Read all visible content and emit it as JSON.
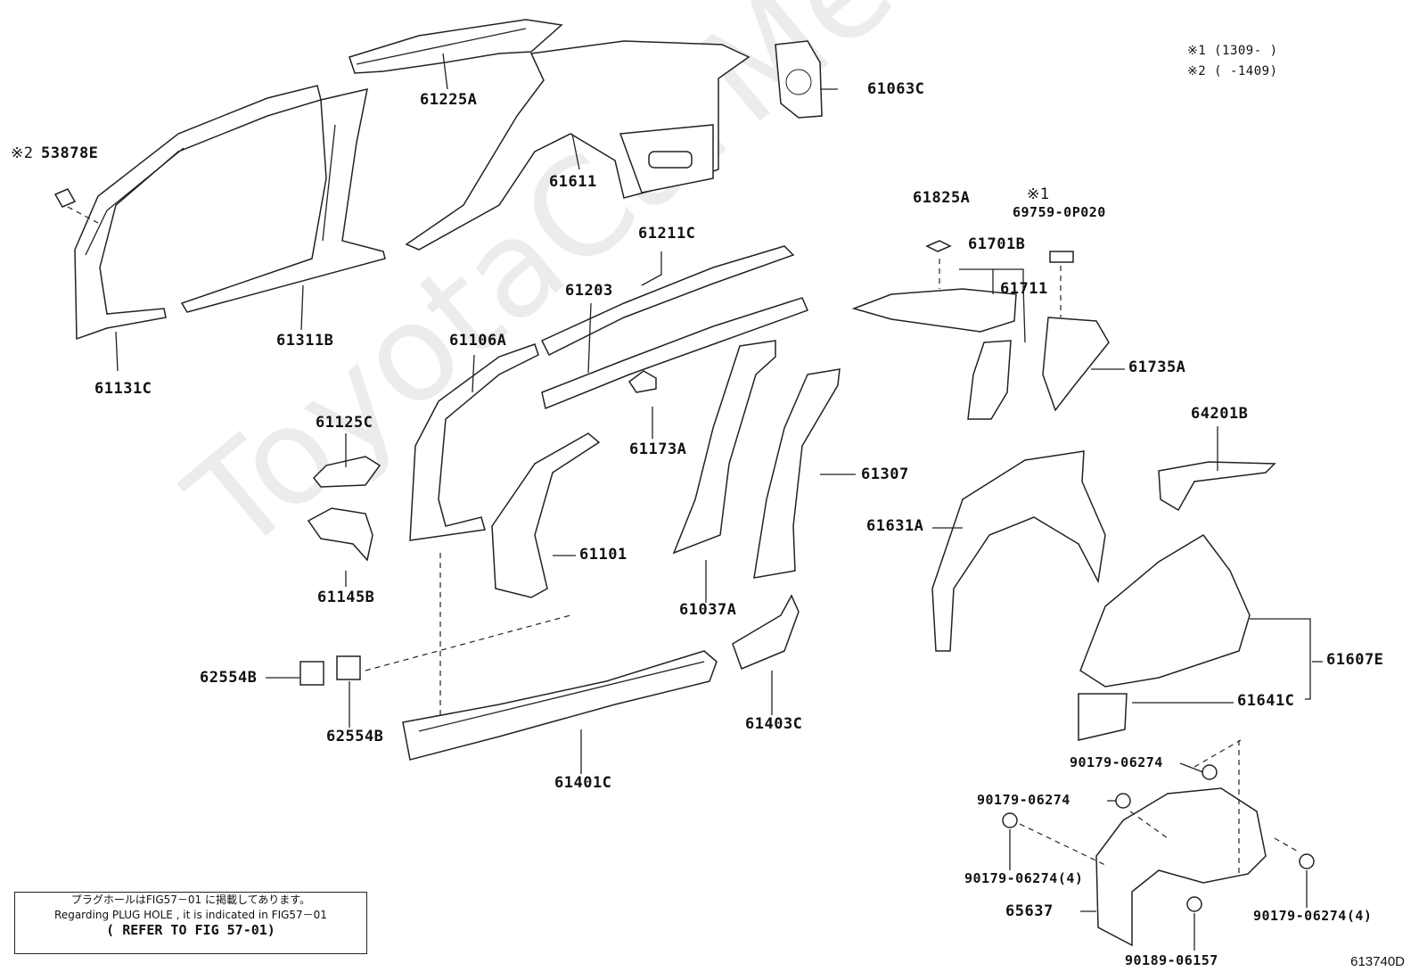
{
  "watermark": "ToyotaCarMe.ru",
  "notes": {
    "note1": "※1 (1309-        )",
    "note2": "※2 (        -1409)"
  },
  "labels": {
    "p61225A": "61225A",
    "p61063C": "61063C",
    "p53878E": "53878E",
    "p53878E_mark": "※2",
    "p61611": "61611",
    "p61311B": "61311B",
    "p61131C": "61131C",
    "p61211C": "61211C",
    "p61203": "61203",
    "p61106A": "61106A",
    "p61125C": "61125C",
    "p61145B": "61145B",
    "p61173A": "61173A",
    "p61101": "61101",
    "p61037A": "61037A",
    "p61307": "61307",
    "p62554B_a": "62554B",
    "p62554B_b": "62554B",
    "p61401C": "61401C",
    "p61403C": "61403C",
    "p61825A": "61825A",
    "p69759_mark": "※1",
    "p69759": "69759-0P020",
    "p61701B": "61701B",
    "p61711": "61711",
    "p61735A": "61735A",
    "p64201B": "64201B",
    "p61631A": "61631A",
    "p61607E": "61607E",
    "p61641C": "61641C",
    "p90179_a": "90179-06274",
    "p90179_b": "90179-06274",
    "p90179_c": "90179-06274(4)",
    "p90179_d": "90179-06274(4)",
    "p65637": "65637",
    "p90189": "90189-06157"
  },
  "plug_box": {
    "line1": "プラグホールはFIG57－01 に掲載してあります。",
    "line2": "Regarding PLUG HOLE , it is indicated in FIG57－01",
    "line3": "( REFER TO FIG 57-01)"
  },
  "figure_number": "613740D"
}
